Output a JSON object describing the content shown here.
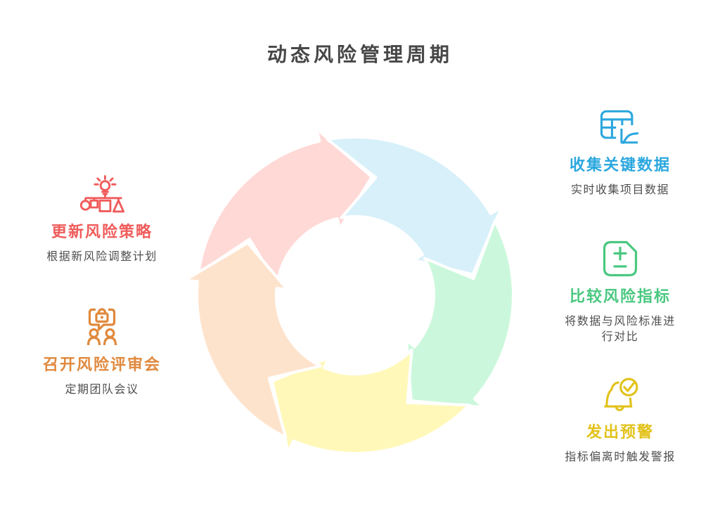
{
  "title": "动态风险管理周期",
  "cycle": {
    "hole_color": "#ffffff",
    "gap_color": "#ffffff",
    "segments": [
      {
        "id": "update-strategy",
        "fill": "#FFD9D6",
        "tip_angle": 8
      },
      {
        "id": "collect-data",
        "fill": "#D7F0FA",
        "tip_angle": 80
      },
      {
        "id": "compare-indicators",
        "fill": "#CBF8DC",
        "tip_angle": 152
      },
      {
        "id": "issue-alert",
        "fill": "#FFF8B9",
        "tip_angle": 224
      },
      {
        "id": "hold-review",
        "fill": "#FEE3CC",
        "tip_angle": 296
      }
    ]
  },
  "steps": [
    {
      "id": "collect-data",
      "side": "right",
      "accent": "#2BA7DE",
      "title": "收集关键数据",
      "desc": "实时收集项目数据",
      "icon": "data-table-chart-icon"
    },
    {
      "id": "compare-indicators",
      "side": "right",
      "accent": "#4AC880",
      "title": "比较风险指标",
      "desc": "将数据与风险标准进行对比",
      "icon": "plus-minus-document-icon"
    },
    {
      "id": "issue-alert",
      "side": "right",
      "accent": "#E2C21A",
      "title": "发出预警",
      "desc": "指标偏离时触发警报",
      "icon": "bell-check-icon"
    },
    {
      "id": "update-strategy",
      "side": "left",
      "accent": "#F05B5B",
      "title": "更新风险策略",
      "desc": "根据新风险调整计划",
      "icon": "idea-decision-tree-icon"
    },
    {
      "id": "hold-review-meeting",
      "side": "left",
      "accent": "#E0893D",
      "title": "召开风险评审会",
      "desc": "定期团队会议",
      "icon": "team-chat-lock-icon"
    }
  ]
}
